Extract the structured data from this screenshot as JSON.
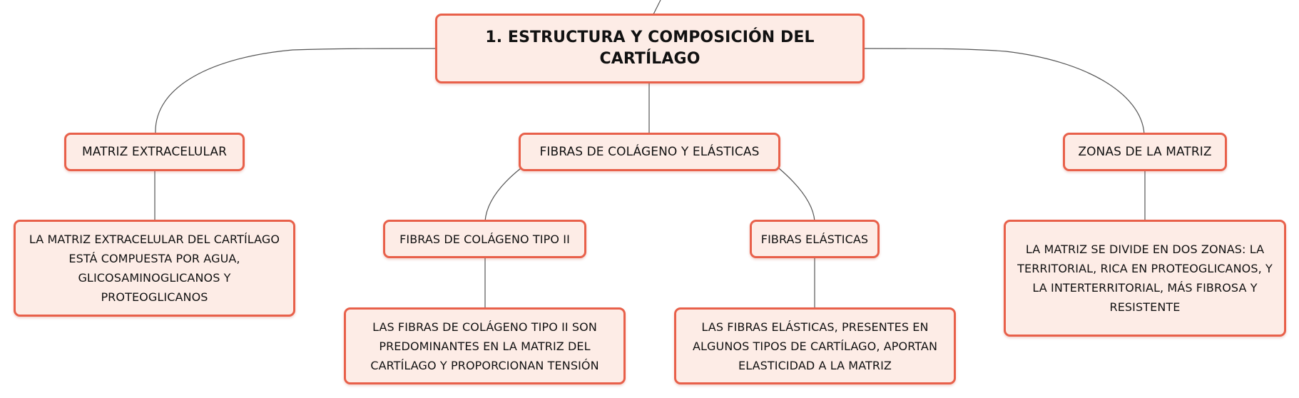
{
  "diagram": {
    "title": "1. ESTRUCTURA Y COMPOSICIÓN DEL CARTÍLAGO",
    "branches": {
      "matriz": {
        "label": "MATRIZ EXTRACELULAR",
        "detail": "LA MATRIZ EXTRACELULAR DEL CARTÍLAGO ESTÁ COMPUESTA POR AGUA, GLICOSAMINOGLICANOS Y PROTEOGLICANOS"
      },
      "fibras": {
        "label": "FIBRAS DE COLÁGENO Y ELÁSTICAS",
        "colageno": {
          "label": "FIBRAS DE COLÁGENO TIPO II",
          "detail": "LAS FIBRAS DE COLÁGENO TIPO II SON PREDOMINANTES EN LA MATRIZ DEL CARTÍLAGO Y PROPORCIONAN TENSIÓN"
        },
        "elasticas": {
          "label": "FIBRAS ELÁSTICAS",
          "detail": "LAS FIBRAS ELÁSTICAS, PRESENTES EN ALGUNOS TIPOS DE CARTÍLAGO, APORTAN ELASTICIDAD A LA MATRIZ"
        }
      },
      "zonas": {
        "label": "ZONAS DE LA MATRIZ",
        "detail": "LA MATRIZ SE DIVIDE EN DOS ZONAS: LA TERRITORIAL, RICA EN PROTEOGLICANOS, Y LA INTERTERRITORIAL, MÁS FIBROSA Y RESISTENTE"
      }
    }
  },
  "colors": {
    "node_fill": "#fdece6",
    "node_border": "#e8604a",
    "connector": "#555555"
  }
}
